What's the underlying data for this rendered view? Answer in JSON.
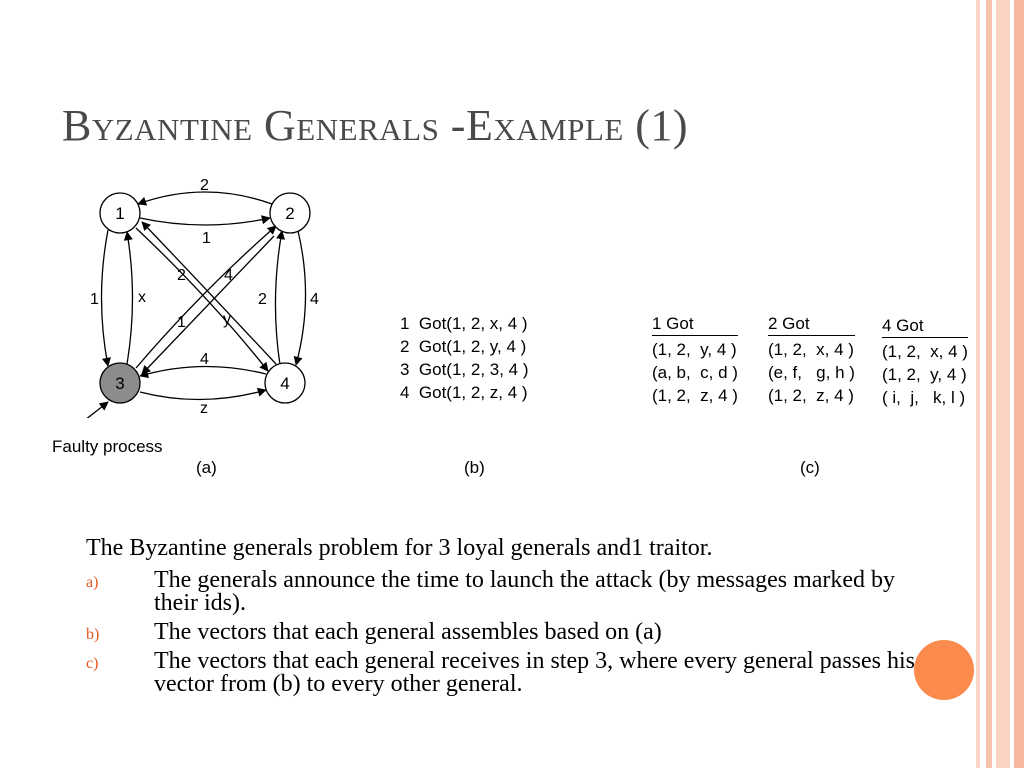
{
  "slide": {
    "title": "Byzantine Generals -Example (1)"
  },
  "diagram_a": {
    "nodes": [
      {
        "id": "1",
        "label": "1",
        "faulty": false
      },
      {
        "id": "2",
        "label": "2",
        "faulty": false
      },
      {
        "id": "3",
        "label": "3",
        "faulty": true
      },
      {
        "id": "4",
        "label": "4",
        "faulty": false
      }
    ],
    "edge_labels": {
      "top_2": "2",
      "top_1": "1",
      "left_1": "1",
      "left_x": "x",
      "right_2": "2",
      "right_4": "4",
      "diag_2": "2",
      "diag_4": "4",
      "diag_1": "1",
      "diag_y": "y",
      "bottom_4": "4",
      "bottom_z": "z"
    },
    "faulty_label": "Faulty process",
    "caption": "(a)"
  },
  "vectors_b": {
    "rows": [
      "1  Got(1, 2, x, 4 )",
      "2  Got(1, 2, y, 4 )",
      "3  Got(1, 2, 3, 4 )",
      "4  Got(1, 2, z, 4 )"
    ],
    "caption": "(b)"
  },
  "vectors_c": {
    "columns": [
      {
        "header": "1 Got",
        "rows": [
          "(1, 2,  y, 4 )",
          "(a, b,  c, d )",
          "(1, 2,  z, 4 )"
        ]
      },
      {
        "header": "2 Got",
        "rows": [
          "(1, 2,  x, 4 )",
          "(e, f,   g, h )",
          "(1, 2,  z, 4 )"
        ]
      },
      {
        "header": "4 Got",
        "rows": [
          "(1, 2,  x, 4 )",
          "(1, 2,  y, 4 )",
          "( i,  j,   k, l )"
        ]
      }
    ],
    "caption": "(c)"
  },
  "body": {
    "lead": "The Byzantine generals problem for 3 loyal generals and1 traitor.",
    "items": [
      {
        "marker": "a)",
        "text": "The generals announce the time to launch the attack (by messages marked by their ids)."
      },
      {
        "marker": "b)",
        "text": "The vectors that each general assembles based on (a)"
      },
      {
        "marker": "c)",
        "text": "The vectors that each general receives in step 3, where every general passes his vector from (b) to every other general."
      }
    ]
  },
  "colors": {
    "accent": "#e25822",
    "circle": "#fb8b4c",
    "deco_band": "#f9c7b4",
    "faulty_node": "#8c8c8c",
    "title": "#4a4a4a"
  }
}
